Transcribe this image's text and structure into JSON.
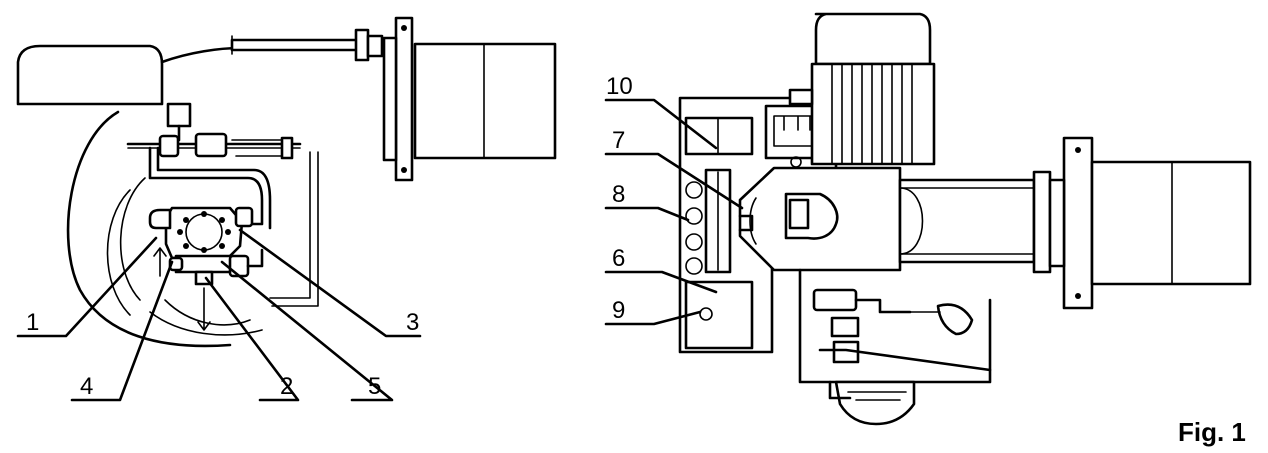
{
  "figure": {
    "caption": "Fig. 1",
    "left_view_callouts": [
      "1",
      "2",
      "3",
      "4",
      "5"
    ],
    "right_view_callouts": [
      "6",
      "7",
      "8",
      "9",
      "10"
    ]
  },
  "icons": {
    "left": "burner-pump-side-view-drawing",
    "right": "burner-top-view-drawing"
  }
}
